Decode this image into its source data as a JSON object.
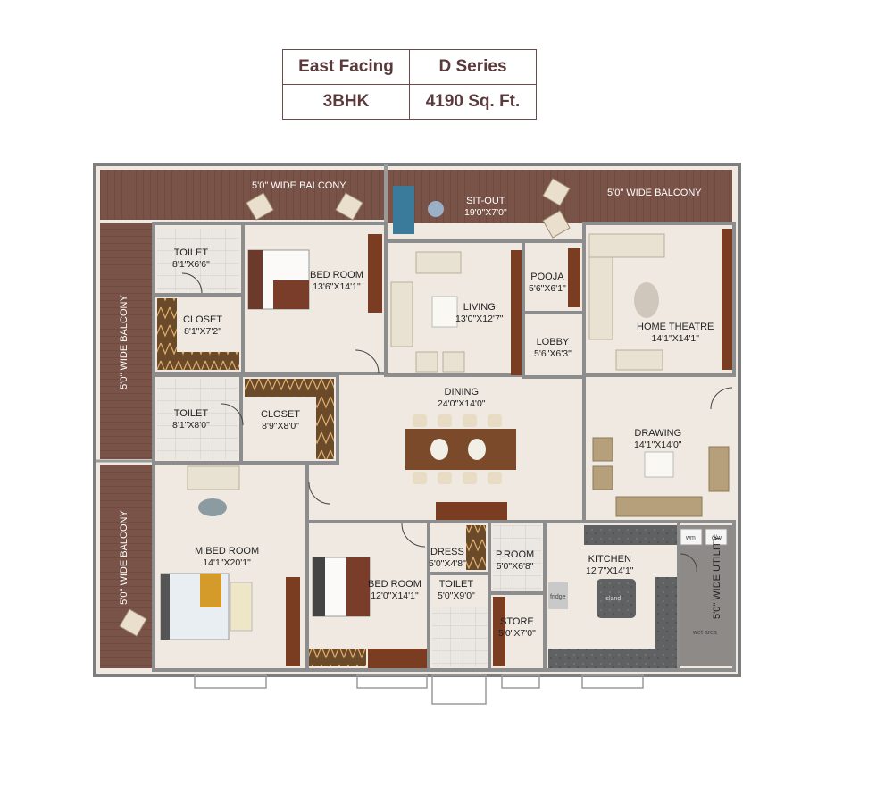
{
  "info_table": {
    "facing": "East Facing",
    "series": "D Series",
    "type": "3BHK",
    "area": "4190 Sq. Ft."
  },
  "rooms": {
    "balcony_top_left": {
      "name": "5'0\" WIDE BALCONY"
    },
    "balcony_top_right": {
      "name": "5'0\" WIDE BALCONY"
    },
    "balcony_left_upper": {
      "name": "5'0\" WIDE BALCONY"
    },
    "balcony_left_lower": {
      "name": "5'0\" WIDE BALCONY"
    },
    "sitout": {
      "name": "SIT-OUT",
      "size": "19'0\"X7'0\""
    },
    "toilet_1": {
      "name": "TOILET",
      "size": "8'1\"X6'6\""
    },
    "closet_1": {
      "name": "CLOSET",
      "size": "8'1\"X7'2\""
    },
    "bedroom_1": {
      "name": "BED ROOM",
      "size": "13'6\"X14'1\""
    },
    "living": {
      "name": "LIVING",
      "size": "13'0\"X12'7\""
    },
    "pooja": {
      "name": "POOJA",
      "size": "5'6\"X6'1\""
    },
    "lobby": {
      "name": "LOBBY",
      "size": "5'6\"X6'3\""
    },
    "home_theatre": {
      "name": "HOME THEATRE",
      "size": "14'1\"X14'1\""
    },
    "toilet_2": {
      "name": "TOILET",
      "size": "8'1\"X8'0\""
    },
    "closet_2": {
      "name": "CLOSET",
      "size": "8'9\"X8'0\""
    },
    "dining": {
      "name": "DINING",
      "size": "24'0\"X14'0\""
    },
    "drawing": {
      "name": "DRAWING",
      "size": "14'1\"X14'0\""
    },
    "master_bedroom": {
      "name": "M.BED ROOM",
      "size": "14'1\"X20'1\""
    },
    "bedroom_2": {
      "name": "BED ROOM",
      "size": "12'0\"X14'1\""
    },
    "dress": {
      "name": "DRESS",
      "size": "5'0\"X4'8\""
    },
    "toilet_3": {
      "name": "TOILET",
      "size": "5'0\"X9'0\""
    },
    "powder_room": {
      "name": "P.ROOM",
      "size": "5'0\"X6'8\""
    },
    "store": {
      "name": "STORE",
      "size": "5'0\"X7'0\""
    },
    "kitchen": {
      "name": "KITCHEN",
      "size": "12'7\"X14'1\""
    },
    "utility": {
      "name": "5'0\" WIDE UTILITY"
    }
  },
  "fixtures": {
    "wm": "wm",
    "dw": "d/w",
    "fridge": "fridge",
    "island": "island",
    "wet_area": "wet area"
  },
  "colors": {
    "balcony": "#7a5348",
    "wall": "#8a8a8a",
    "floor": "#efe9e1",
    "wood": "#7a3d22",
    "counter": "#5f6163",
    "table_text": "#5a3a3a"
  }
}
